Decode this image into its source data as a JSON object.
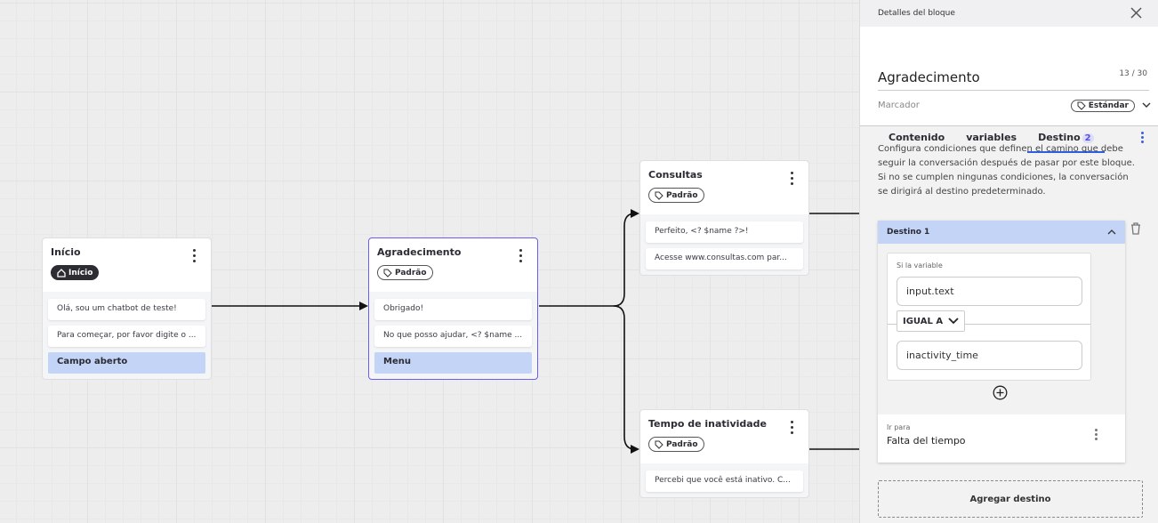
{
  "canvas": {
    "nodes": [
      {
        "title": "Início",
        "tag": "Início",
        "tag_icon": "home-icon",
        "messages": [
          "Olá, sou um chatbot de teste!",
          "Para começar, por favor digite o ..."
        ],
        "highlight": "Campo aberto"
      },
      {
        "title": "Agradecimento",
        "tag": "Padrão",
        "tag_icon": "tag-icon",
        "messages": [
          "Obrigado!",
          "No que posso ajudar, <? $name ..."
        ],
        "highlight": "Menu"
      },
      {
        "title": "Consultas",
        "tag": "Padrão",
        "tag_icon": "tag-icon",
        "messages": [
          "Perfeito, <? $name ?>!",
          "Acesse www.consultas.com par..."
        ]
      },
      {
        "title": "Tempo de inatividade",
        "tag": "Padrão",
        "tag_icon": "tag-icon",
        "messages": [
          "Percebi que você está inativo. C..."
        ]
      }
    ]
  },
  "panel": {
    "header": "Detalles del bloque",
    "title": "Agradecimento",
    "char_count": "13 / 30",
    "marker_label": "Marcador",
    "marker_value": "Estándar",
    "tabs": [
      {
        "label": "Contenido"
      },
      {
        "label": "variables"
      },
      {
        "label": "Destino",
        "badge": "2"
      }
    ],
    "description": "Configura condiciones que definen el camino que debe seguir la conversación después de pasar por este bloque. Si no se cumplen ningunas condiciones, la conversación se dirigirá al destino predeterminado.",
    "destination": {
      "title": "Destino 1",
      "condition_label": "Si la variable",
      "variable": "input.text",
      "operator": "IGUAL A",
      "value": "inactivity_time",
      "goto_label": "Ir para",
      "goto_value": "Falta del tiempo"
    },
    "add_button": "Agregar destino"
  },
  "colors": {
    "accent": "#2e5fe0",
    "selected_border": "#6a5ef0",
    "highlight": "#c3d4f7"
  }
}
